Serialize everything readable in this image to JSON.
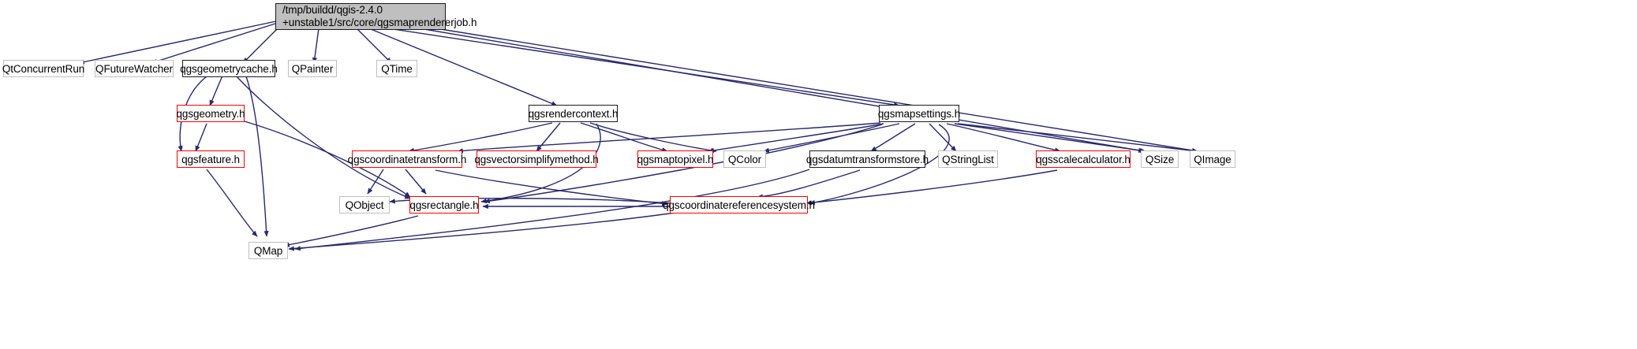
{
  "graph": {
    "type": "include-dependency-graph",
    "title": "/tmp/buildd/qgis-2.4.0+unstable1/src/core/qgsmaprendererjob.h",
    "edge_color": "#28286e",
    "colors": {
      "root_fill": "#bfbfbf",
      "black_border": "#1b1b1b",
      "red_border": "#ff0000",
      "grey_border": "#bfbfbf",
      "edge": "#28286e",
      "background": "#ffffff"
    },
    "root": {
      "line1": "/tmp/buildd/qgis-2.4.0",
      "line2": "+unstable1/src/core/qgsmaprendererjob.h"
    },
    "nodes": [
      {
        "id": "qtconcurrentrun",
        "label": "QtConcurrentRun",
        "style": "grey"
      },
      {
        "id": "qfuturewatcher",
        "label": "QFutureWatcher",
        "style": "grey"
      },
      {
        "id": "qgsgeometrycache",
        "label": "qgsgeometrycache.h",
        "style": "black"
      },
      {
        "id": "qpainter",
        "label": "QPainter",
        "style": "grey"
      },
      {
        "id": "qtime",
        "label": "QTime",
        "style": "grey"
      },
      {
        "id": "qgsrendercontext",
        "label": "qgsrendercontext.h",
        "style": "black"
      },
      {
        "id": "qgsmapsettings",
        "label": "qgsmapsettings.h",
        "style": "black"
      },
      {
        "id": "qgsgeometry",
        "label": "qgsgeometry.h",
        "style": "red"
      },
      {
        "id": "qgsfeature",
        "label": "qgsfeature.h",
        "style": "red"
      },
      {
        "id": "qgscoordinatetransform",
        "label": "qgscoordinatetransform.h",
        "style": "red"
      },
      {
        "id": "qgsvectorsimplifymethod",
        "label": "qgsvectorsimplifymethod.h",
        "style": "red"
      },
      {
        "id": "qgsmaptopixel",
        "label": "qgsmaptopixel.h",
        "style": "red"
      },
      {
        "id": "qcolor",
        "label": "QColor",
        "style": "grey"
      },
      {
        "id": "qgsdatumtransformstore",
        "label": "qgsdatumtransformstore.h",
        "style": "black"
      },
      {
        "id": "qstringlist",
        "label": "QStringList",
        "style": "grey"
      },
      {
        "id": "qgsscalecalculator",
        "label": "qgsscalecalculator.h",
        "style": "red"
      },
      {
        "id": "qsize",
        "label": "QSize",
        "style": "grey"
      },
      {
        "id": "qimage",
        "label": "QImage",
        "style": "grey"
      },
      {
        "id": "qobject",
        "label": "QObject",
        "style": "grey"
      },
      {
        "id": "qgsrectangle",
        "label": "qgsrectangle.h",
        "style": "red"
      },
      {
        "id": "qgscoordinatereferencesystem",
        "label": "qgscoordinatereferencesystem.h",
        "style": "red"
      },
      {
        "id": "qmap",
        "label": "QMap",
        "style": "grey"
      }
    ]
  }
}
